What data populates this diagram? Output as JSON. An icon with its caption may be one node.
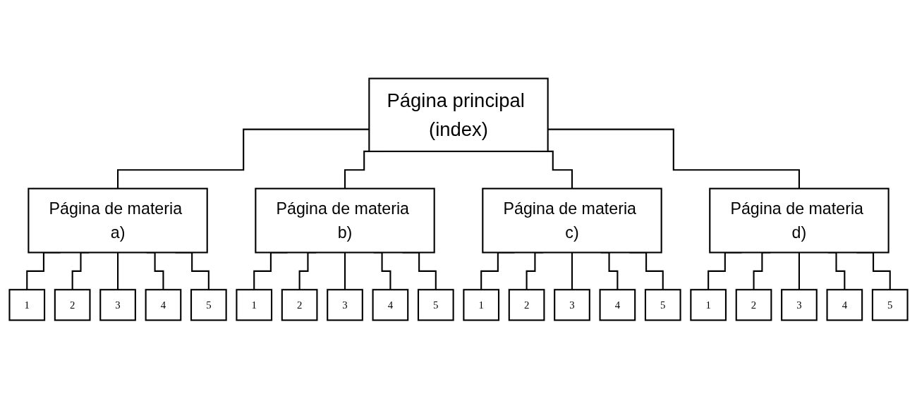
{
  "diagram": {
    "nodes": [
      {
        "text": [
          "Página principal (index)"
        ]
      },
      {
        "text": [
          "Página de materia a)"
        ]
      },
      {
        "text": [
          "Página de materia b)"
        ]
      },
      {
        "text": [
          "Página de materia c)"
        ]
      },
      {
        "text": [
          "Página de materia d)"
        ]
      },
      {
        "text": [
          "1"
        ]
      },
      {
        "text": [
          "2"
        ]
      },
      {
        "text": [
          "3"
        ]
      },
      {
        "text": [
          "4"
        ]
      },
      {
        "text": [
          "5"
        ]
      },
      {
        "text": [
          "1"
        ]
      },
      {
        "text": [
          "2"
        ]
      },
      {
        "text": [
          "3"
        ]
      },
      {
        "text": [
          "4"
        ]
      },
      {
        "text": [
          "5"
        ]
      },
      {
        "text": [
          "1"
        ]
      },
      {
        "text": [
          "2"
        ]
      },
      {
        "text": [
          "3"
        ]
      },
      {
        "text": [
          "4"
        ]
      },
      {
        "text": [
          "5"
        ]
      },
      {
        "text": [
          "1"
        ]
      },
      {
        "text": [
          "2"
        ]
      },
      {
        "text": [
          "3"
        ]
      },
      {
        "text": [
          "4"
        ]
      },
      {
        "text": [
          "5"
        ]
      }
    ],
    "edges": [
      {
        "from": 0,
        "to": 1,
        "arrow": "none"
      },
      {
        "from": 0,
        "to": 2,
        "arrow": "none"
      },
      {
        "from": 0,
        "to": 3,
        "arrow": "none"
      },
      {
        "from": 0,
        "to": 4,
        "arrow": "none"
      },
      {
        "from": 1,
        "to": 5,
        "arrow": "none"
      },
      {
        "from": 1,
        "to": 6,
        "arrow": "none"
      },
      {
        "from": 1,
        "to": 7,
        "arrow": "none"
      },
      {
        "from": 1,
        "to": 8,
        "arrow": "none"
      },
      {
        "from": 1,
        "to": 9,
        "arrow": "none"
      },
      {
        "from": 2,
        "to": 10,
        "arrow": "none"
      },
      {
        "from": 2,
        "to": 11,
        "arrow": "none"
      },
      {
        "from": 2,
        "to": 12,
        "arrow": "none"
      },
      {
        "from": 2,
        "to": 13,
        "arrow": "none"
      },
      {
        "from": 2,
        "to": 14,
        "arrow": "none"
      },
      {
        "from": 3,
        "to": 15,
        "arrow": "none"
      },
      {
        "from": 3,
        "to": 16,
        "arrow": "none"
      },
      {
        "from": 3,
        "to": 17,
        "arrow": "none"
      },
      {
        "from": 3,
        "to": 18,
        "arrow": "none"
      },
      {
        "from": 3,
        "to": 19,
        "arrow": "none"
      },
      {
        "from": 4,
        "to": 20,
        "arrow": "none"
      },
      {
        "from": 4,
        "to": 21,
        "arrow": "none"
      },
      {
        "from": 4,
        "to": 22,
        "arrow": "none"
      },
      {
        "from": 4,
        "to": 23,
        "arrow": "none"
      },
      {
        "from": 4,
        "to": 24,
        "arrow": "none"
      }
    ]
  }
}
